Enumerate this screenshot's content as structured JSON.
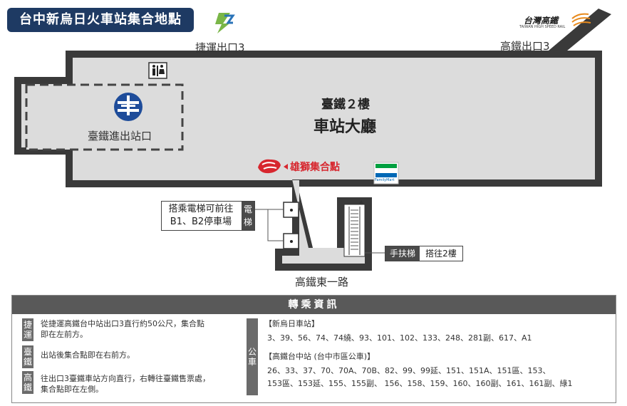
{
  "title": "台中新烏日火車站集合地點",
  "exits": {
    "mrt_exit": "捷運出口3",
    "hsr_exit": "高鐵出口3",
    "tra_gate": "臺鐵進出站口"
  },
  "hall": {
    "floor": "臺鐵２樓",
    "name": "車站大廳"
  },
  "meeting_point": "雄獅集合點",
  "hsr_logo": {
    "text": "台灣高鐵",
    "sub": "TAIWAN HIGH SPEED RAIL"
  },
  "familymart_label": "FamilyMart",
  "elevator": {
    "line1": "搭乘電梯可前往",
    "line2": "B1、B2停車場",
    "tag": "電梯"
  },
  "escalator": {
    "tag": "手扶梯",
    "text": "搭往2樓"
  },
  "road": "高鐵東一路",
  "info": {
    "heading": "轉乘資訊",
    "items": [
      {
        "tag": "捷運",
        "lines": [
          "從捷運高鐵台中站出口3直行約50公尺，集合點",
          "即在左前方。"
        ]
      },
      {
        "tag": "臺鐵",
        "lines": [
          "出站後集合點即在右前方。"
        ]
      },
      {
        "tag": "高鐵",
        "lines": [
          "往出口3臺鐵車站方向直行，右轉往臺鐵售票處，",
          "集合點即在左側。"
        ]
      }
    ],
    "bus_tag": "公車",
    "bus_groups": [
      {
        "name": "【新烏日車站】",
        "routes": [
          "3、39、56、74、74繞、93、101、102、133、248、281副、617、A1"
        ]
      },
      {
        "name": "【高鐵台中站 (台中市區公車)】",
        "routes": [
          "26、33、37、70、70A、70B、82、99、99延、151、151A、151區、153、",
          "153區、153延、155、155副、 156、158、159、160、160副、161、161副、綠1"
        ]
      }
    ]
  },
  "colors": {
    "title_bg": "#1e3a63",
    "floor": "#dcdcdc",
    "wall": "#3a3a3a",
    "meeting_red": "#d7262e",
    "mrt_green": "#7ab648",
    "mrt_blue": "#2a73b8",
    "tra_blue": "#1e4c9a",
    "familymart_green": "#00a040",
    "familymart_blue": "#0068b6"
  }
}
